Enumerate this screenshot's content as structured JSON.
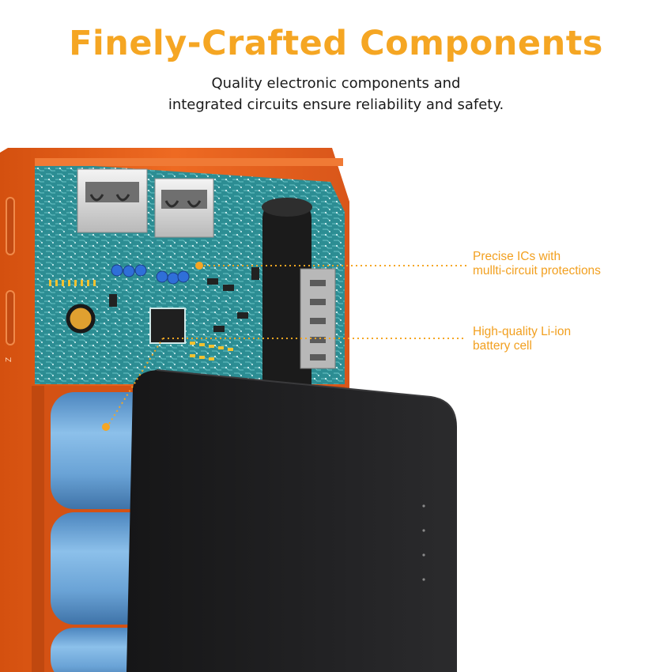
{
  "header": {
    "title": "Finely-Crafted Components",
    "subtitle_lines": [
      "Quality electronic components and",
      "integrated circuits ensure reliability and safety."
    ]
  },
  "callouts": [
    {
      "lines": [
        "Precise ICs with",
        "mullti-circuit protections"
      ]
    },
    {
      "lines": [
        "High-quality Li-ion",
        "battery cell"
      ]
    }
  ],
  "colors": {
    "accent": "#f5a623",
    "case_orange": "#e8601c",
    "pcb_teal": "#2c8d93",
    "battery_blue": "#6fa8d8",
    "cover_black": "#1d1d1f"
  }
}
